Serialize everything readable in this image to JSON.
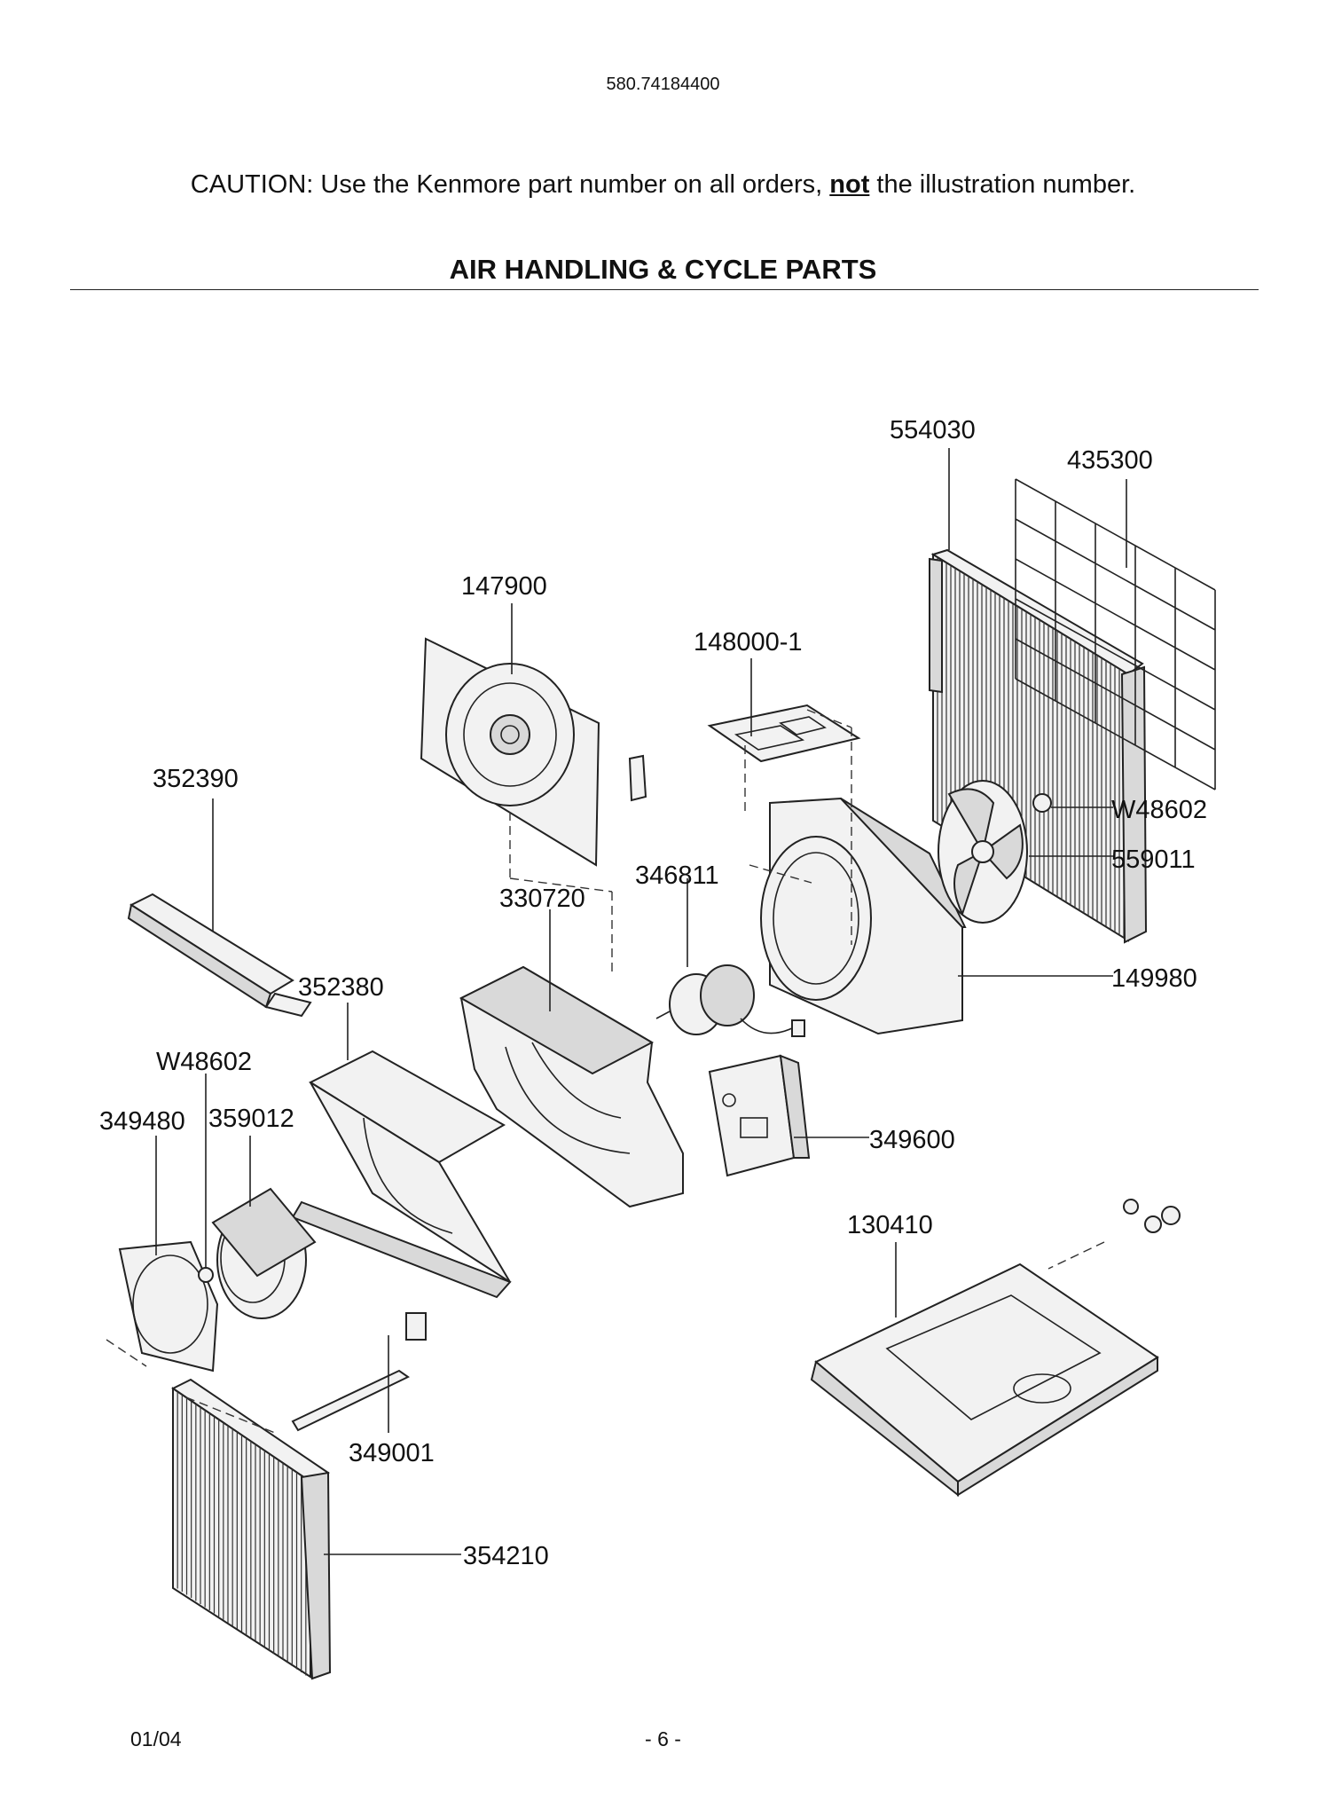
{
  "header": {
    "doc_number": "580.74184400",
    "caution_prefix": "CAUTION: Use the Kenmore part number on all orders,",
    "caution_emphasis": "not",
    "caution_suffix": "the illustration number.",
    "section_title": "AIR HANDLING & CYCLE PARTS"
  },
  "parts": {
    "p554030": "554030",
    "p435300": "435300",
    "p147900": "147900",
    "p148000_1": "148000-1",
    "p352390": "352390",
    "pW48602_right": "W48602",
    "p559011": "559011",
    "p346811": "346811",
    "p330720": "330720",
    "p352380": "352380",
    "p149980": "149980",
    "pW48602_left": "W48602",
    "p349480": "349480",
    "p359012": "359012",
    "p349600": "349600",
    "p130410": "130410",
    "p349001": "349001",
    "p354210": "354210"
  },
  "footer": {
    "date": "01/04",
    "page": "- 6 -"
  }
}
